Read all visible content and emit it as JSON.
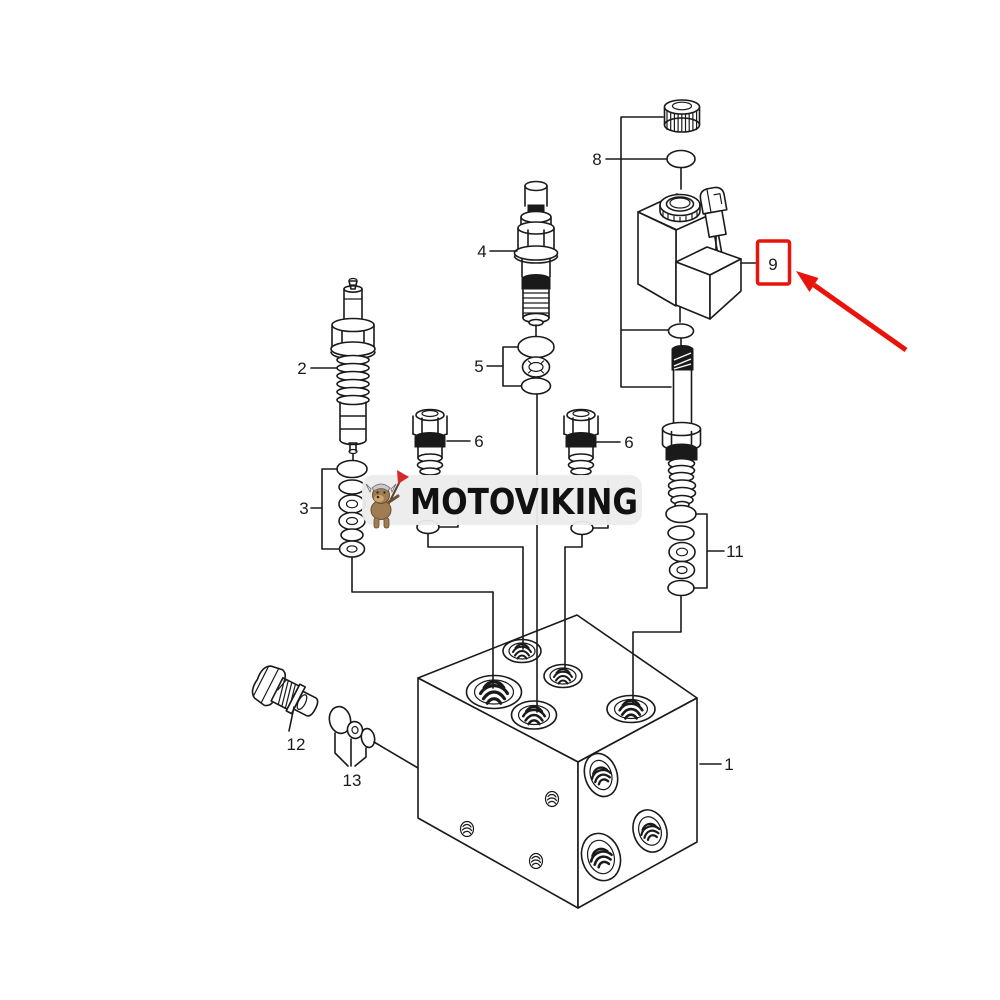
{
  "diagram": {
    "watermark": {
      "brand": "MOTOVIKING"
    },
    "callouts": {
      "block": "1",
      "relief_cartridge": "2",
      "seal_stack_3": "3",
      "pilot_valve": "4",
      "seal_stack_5": "5",
      "check_valve_left": "6",
      "check_valve_right": "6",
      "cap_nut_group": "8",
      "solenoid_coil": "9",
      "seal_stack_11": "11",
      "plug": "12",
      "washer_set": "13"
    },
    "highlight": {
      "label": "9",
      "color": "#e8140c"
    },
    "colors": {
      "line": "#1a1a1a",
      "background": "#ffffff",
      "watermark_bg": "#ececec",
      "watermark_text": "#111111",
      "mascot_red": "#d42a2a",
      "mascot_fur": "#a07c52"
    }
  }
}
